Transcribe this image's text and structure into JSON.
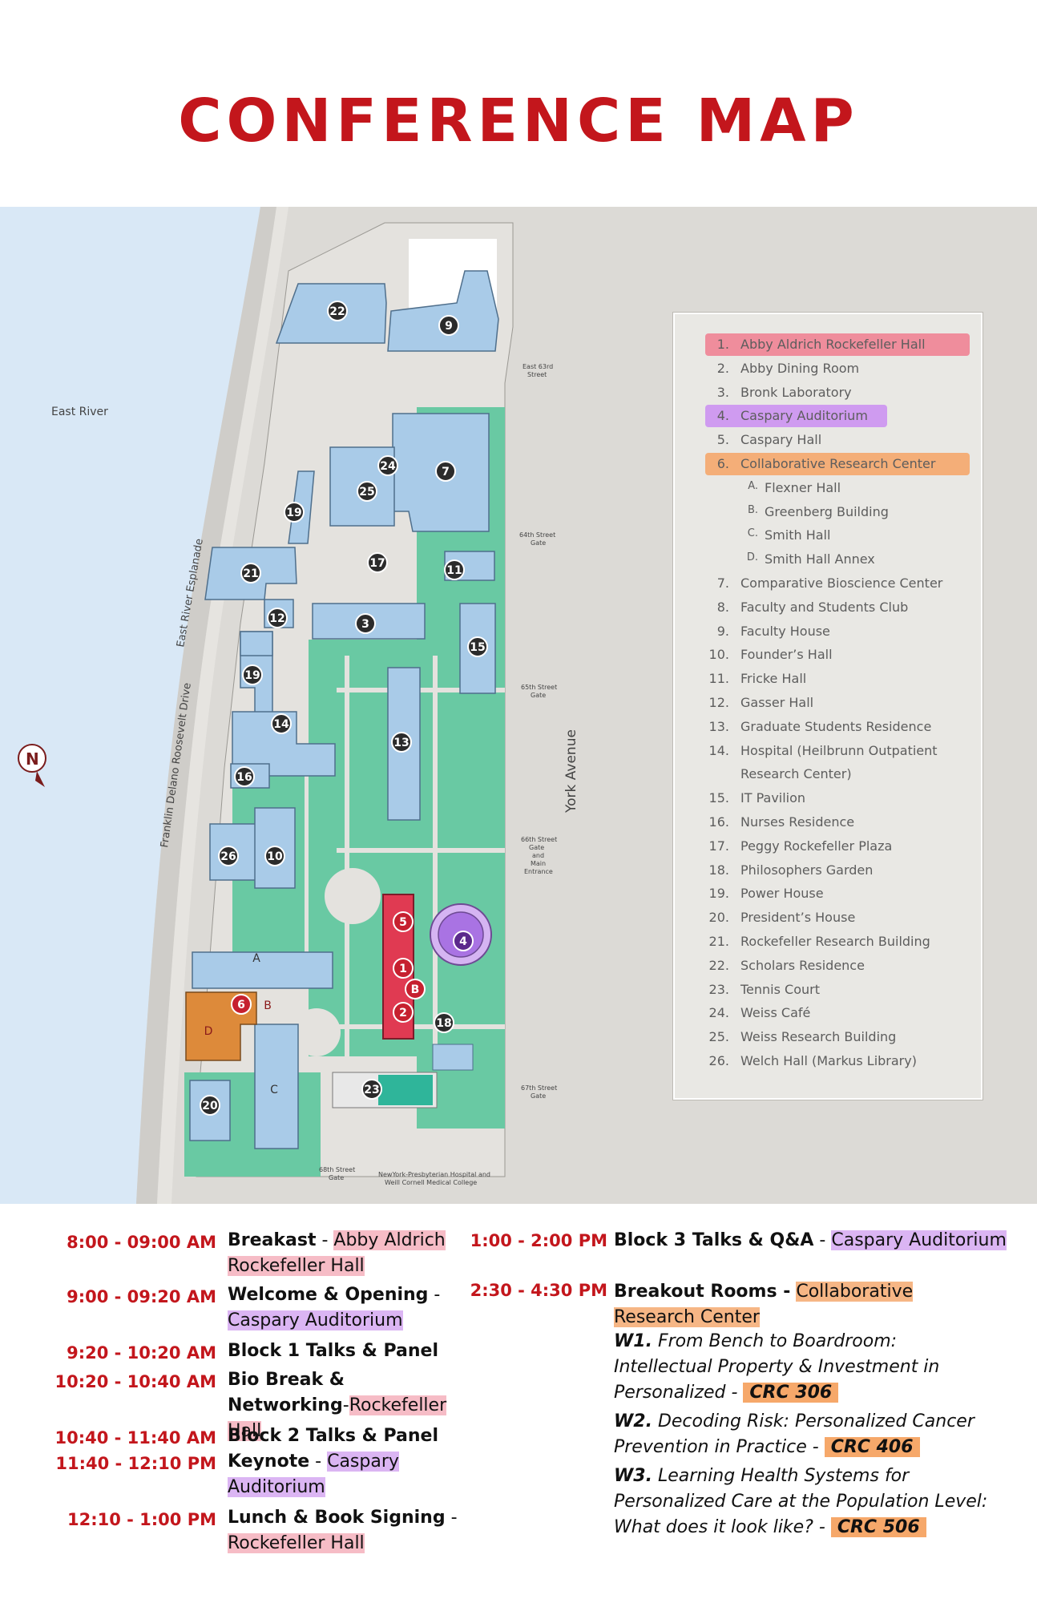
{
  "title": "CONFERENCE MAP",
  "map": {
    "labels": {
      "river": "East River",
      "esplanade": "East River Esplanade",
      "drive": "Franklin Delano Roosevelt Drive",
      "avenue": "York Avenue",
      "gate63": [
        "East 63rd",
        "Street"
      ],
      "gate64": [
        "64th Street",
        "Gate"
      ],
      "gate65": [
        "65th Street",
        "Gate"
      ],
      "gate66": [
        "66th Street",
        "Gate",
        "and",
        "Main",
        "Entrance"
      ],
      "gate67": [
        "67th Street",
        "Gate"
      ],
      "gate68": [
        "68th Street",
        "Gate"
      ],
      "hospital": [
        "NewYork-Presbyterian Hospital and",
        "Weill Cornell Medical College"
      ],
      "compass": "N"
    },
    "building_numbers": [
      "22",
      "9",
      "24",
      "7",
      "25",
      "19",
      "17",
      "11",
      "21",
      "12",
      "3",
      "15",
      "19",
      "14",
      "13",
      "16",
      "26",
      "10",
      "5",
      "1",
      "4",
      "B",
      "2",
      "A",
      "6",
      "B",
      "D",
      "18",
      "C",
      "23",
      "20"
    ]
  },
  "legend": [
    {
      "num": "1.",
      "label": "Abby Aldrich Rockefeller Hall",
      "highlight": "#ef8d9c"
    },
    {
      "num": "2.",
      "label": "Abby Dining Room"
    },
    {
      "num": "3.",
      "label": "Bronk Laboratory"
    },
    {
      "num": "4.",
      "label": "Caspary Auditorium",
      "highlight": "#cf9bf0"
    },
    {
      "num": "5.",
      "label": "Caspary Hall"
    },
    {
      "num": "6.",
      "label": "Collaborative Research Center",
      "highlight": "#f4ae78"
    },
    {
      "num": "A.",
      "label": "Flexner Hall",
      "sub": true
    },
    {
      "num": "B.",
      "label": "Greenberg Building",
      "sub": true
    },
    {
      "num": "C.",
      "label": "Smith Hall",
      "sub": true
    },
    {
      "num": "D.",
      "label": "Smith Hall Annex",
      "sub": true
    },
    {
      "num": "7.",
      "label": "Comparative Bioscience Center"
    },
    {
      "num": "8.",
      "label": "Faculty and Students Club"
    },
    {
      "num": "9.",
      "label": "Faculty House"
    },
    {
      "num": "10.",
      "label": "Founder’s Hall"
    },
    {
      "num": "11.",
      "label": "Fricke Hall"
    },
    {
      "num": "12.",
      "label": "Gasser Hall"
    },
    {
      "num": "13.",
      "label": "Graduate Students Residence"
    },
    {
      "num": "14.",
      "label": "Hospital (Heilbrunn Outpatient"
    },
    {
      "num": "",
      "label": "Research Center)"
    },
    {
      "num": "15.",
      "label": "IT Pavilion"
    },
    {
      "num": "16.",
      "label": "Nurses Residence"
    },
    {
      "num": "17.",
      "label": "Peggy Rockefeller Plaza"
    },
    {
      "num": "18.",
      "label": "Philosophers Garden"
    },
    {
      "num": "19.",
      "label": "Power House"
    },
    {
      "num": "20.",
      "label": "President’s House"
    },
    {
      "num": "21.",
      "label": "Rockefeller Research Building"
    },
    {
      "num": "22.",
      "label": "Scholars Residence"
    },
    {
      "num": "23.",
      "label": "Tennis Court"
    },
    {
      "num": "24.",
      "label": "Weiss Café"
    },
    {
      "num": "25.",
      "label": "Weiss Research Building"
    },
    {
      "num": "26.",
      "label": "Welch Hall (Markus Library)"
    }
  ],
  "schedule_left": [
    {
      "time": "8:00 - 09:00 AM",
      "event": "Breakast",
      "sep": " - ",
      "loc": [
        "Abby Aldrich",
        "Rockefeller Hall"
      ],
      "color": "pink"
    },
    {
      "time": "9:00 - 09:20 AM",
      "event": "Welcome & Opening",
      "sep": " - ",
      "loc": [
        "Caspary Auditorium"
      ],
      "color": "purple"
    },
    {
      "time": "9:20 - 10:20 AM",
      "event": "Block 1 Talks & Panel"
    },
    {
      "time": "10:20 - 10:40 AM",
      "event": "Bio Break & Networking",
      "sep": "-",
      "loc": [
        "Rockefeller Hall"
      ],
      "color": "pink"
    },
    {
      "time": "10:40 - 11:40 AM",
      "event": "Block 2 Talks & Panel"
    },
    {
      "time": "11:40 - 12:10 PM",
      "event": "Keynote",
      "sep": " - ",
      "loc": [
        "Caspary",
        "Auditorium"
      ],
      "color": "purple"
    },
    {
      "time": "12:10 - 1:00 PM",
      "event": "Lunch & Book Signing",
      "sep": " - ",
      "loc": [
        "Rockefeller Hall"
      ],
      "color": "pink"
    }
  ],
  "schedule_right": {
    "block3": {
      "time": "1:00 - 2:00 PM",
      "event": "Block 3 Talks & Q&A",
      "sep": " - ",
      "loc": "Caspary Auditorium"
    },
    "breakout": {
      "time": "2:30 - 4:30 PM",
      "event": "Breakout Rooms -",
      "loc1": "Collaborative",
      "loc2": "Research Center"
    },
    "workshops": [
      {
        "id": "W1.",
        "lines": [
          "From Bench to Boardroom:",
          "Intellectual Property & Investment in",
          "Personalized - "
        ],
        "room": "CRC 306"
      },
      {
        "id": "W2.",
        "lines": [
          "Decoding Risk: Personalized Cancer",
          "Prevention in Practice - "
        ],
        "room": "CRC 406"
      },
      {
        "id": "W3.",
        "lines": [
          "Learning Health Systems for",
          "Personalized Care at the Population Level:",
          "What does it look like? - "
        ],
        "room": "CRC 506"
      }
    ]
  }
}
